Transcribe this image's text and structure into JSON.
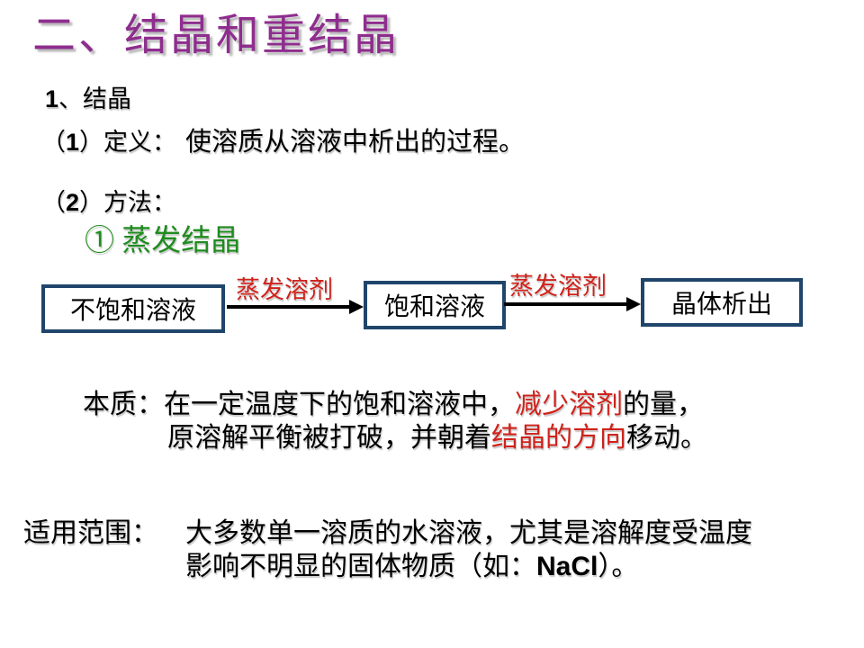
{
  "slide": {
    "title": "二、结晶和重结晶",
    "section1": {
      "num": "1",
      "rest": "、结晶"
    },
    "definition": {
      "paren_open": "（",
      "num": "1",
      "paren_close": "）",
      "label": "定义：",
      "text": "使溶质从溶液中析出的过程。"
    },
    "method": {
      "paren_open": "（",
      "num": "2",
      "paren_close": "）",
      "label": "方法："
    },
    "method_item1": "① 蒸发结晶",
    "flow": {
      "box1": "不饱和溶液",
      "arrow1_label": "蒸发溶剂",
      "box2": "饱和溶液",
      "arrow2_label": "蒸发溶剂",
      "box3": "晶体析出"
    },
    "essence": {
      "line1_black1": "本质：在一定温度下的饱和溶液中，",
      "line1_red": "减少溶剂",
      "line1_black2": "的量，",
      "line2_black1": "原溶解平衡被打破，并朝着",
      "line2_red": "结晶的方向",
      "line2_black2": "移动。"
    },
    "scope": {
      "label": "适用范围：",
      "line1": "大多数单一溶质的水溶液，尤其是溶解度受温度",
      "line2_pre": "影响不明显的固体物质（如：",
      "line2_formula": "NaCl",
      "line2_post": "）。"
    },
    "colors": {
      "title": "#8E2D8E",
      "green": "#1F8C1F",
      "red": "#CF221B",
      "box_border": "#20456B",
      "text": "#000000",
      "background": "#FFFFFF"
    }
  }
}
